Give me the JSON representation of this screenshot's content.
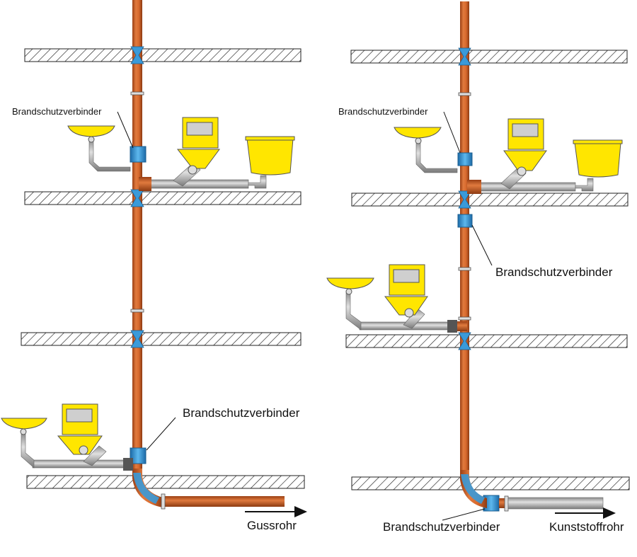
{
  "labels": {
    "connector": "Brandschutzverbinder",
    "left_outlet": "Gussrohr",
    "right_outlet": "Kunststoffrohr"
  },
  "colors": {
    "copper_pipe": "#c8602a",
    "copper_dark": "#8c3a12",
    "fire_connector": "#3a9ad9",
    "grey_pipe": "#b9b9b9",
    "fixture_yellow": "#ffe600",
    "slab_hatch": "#222222"
  },
  "icons": [
    "wash-basin-icon",
    "toilet-icon",
    "sink-icon",
    "flow-arrow-icon"
  ]
}
